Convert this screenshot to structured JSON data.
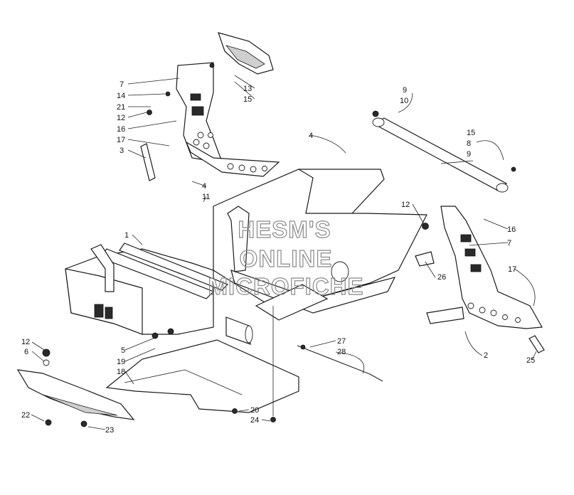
{
  "watermark": {
    "line1": "HESM'S",
    "line2": "ONLINE",
    "line3": "MICROFICHE"
  },
  "callouts": [
    {
      "id": "c1",
      "text": "1"
    },
    {
      "id": "c2",
      "text": "2"
    },
    {
      "id": "c3",
      "text": "3"
    },
    {
      "id": "c4a",
      "text": "4"
    },
    {
      "id": "c4b",
      "text": "4"
    },
    {
      "id": "c5",
      "text": "5"
    },
    {
      "id": "c6",
      "text": "6"
    },
    {
      "id": "c7a",
      "text": "7"
    },
    {
      "id": "c7b",
      "text": "7"
    },
    {
      "id": "c8",
      "text": "8"
    },
    {
      "id": "c9a",
      "text": "9"
    },
    {
      "id": "c9b",
      "text": "9"
    },
    {
      "id": "c10",
      "text": "10"
    },
    {
      "id": "c11",
      "text": "11"
    },
    {
      "id": "c12a",
      "text": "12"
    },
    {
      "id": "c12b",
      "text": "12"
    },
    {
      "id": "c12c",
      "text": "12"
    },
    {
      "id": "c13",
      "text": "13"
    },
    {
      "id": "c14",
      "text": "14"
    },
    {
      "id": "c15a",
      "text": "15"
    },
    {
      "id": "c15b",
      "text": "15"
    },
    {
      "id": "c16a",
      "text": "16"
    },
    {
      "id": "c16b",
      "text": "16"
    },
    {
      "id": "c17a",
      "text": "17"
    },
    {
      "id": "c17b",
      "text": "17"
    },
    {
      "id": "c18",
      "text": "18"
    },
    {
      "id": "c19",
      "text": "19"
    },
    {
      "id": "c20",
      "text": "20"
    },
    {
      "id": "c21",
      "text": "21"
    },
    {
      "id": "c22",
      "text": "22"
    },
    {
      "id": "c23",
      "text": "23"
    },
    {
      "id": "c24",
      "text": "24"
    },
    {
      "id": "c25",
      "text": "25"
    },
    {
      "id": "c26",
      "text": "26"
    },
    {
      "id": "c27",
      "text": "27"
    },
    {
      "id": "c28",
      "text": "28"
    }
  ]
}
